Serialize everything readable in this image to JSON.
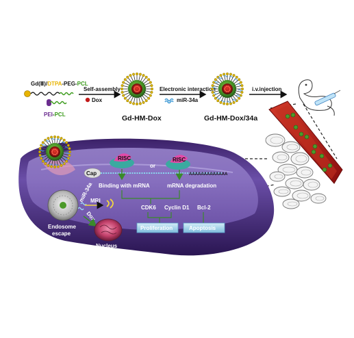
{
  "synthesis": {
    "polymer1_parts": [
      "Gd(Ⅲ)",
      "/",
      "DTPA",
      "-PEG-",
      "PCL"
    ],
    "polymer1_colors": [
      "#111111",
      "#111111",
      "#e8b400",
      "#111111",
      "#3a9a1a"
    ],
    "polymer2_parts": [
      "PEI",
      "-",
      "PCL"
    ],
    "polymer2_colors": [
      "#6b2c8f",
      "#111111",
      "#3a9a1a"
    ],
    "step1_label": "Self-assembly",
    "dox_label": "Dox",
    "product1": "Gd-HM-Dox",
    "step2_label": "Electronic  interaction",
    "mir_label": "miR-34a",
    "product2": "Gd-HM-Dox/34a",
    "step3_label": "i.v.injection"
  },
  "cell": {
    "risc1": "RISC",
    "or_label": "or",
    "risc2": "RISC",
    "cap": "Cap",
    "polyA": "AAAAAAAAAAAAA",
    "binding": "Binding with mRNA",
    "degradation": "mRNA degradation",
    "mir_vertical": "miR-34a",
    "mri": "MRI",
    "dox": "Dox",
    "cdk6": "CDK6",
    "cyclin": "Cyclin  D1",
    "bcl2": "Bcl-2",
    "proliferation": "Proliferation",
    "apoptosis": "Apoptosis",
    "endosome_line1": "Endosome",
    "endosome_line2": "escape",
    "nucleus": "Nucleus"
  },
  "colors": {
    "cell_body": "#5a3a8e",
    "cell_inner": "#7e62b6",
    "risc": "#e24aa8",
    "risc_base": "#3aaaa0",
    "box_fill": "#a8d4ea",
    "vessel": "#b31a1a",
    "nanoparticle_core": "#4c9a2a",
    "nanoparticle_dots": "#8a1a1a"
  }
}
